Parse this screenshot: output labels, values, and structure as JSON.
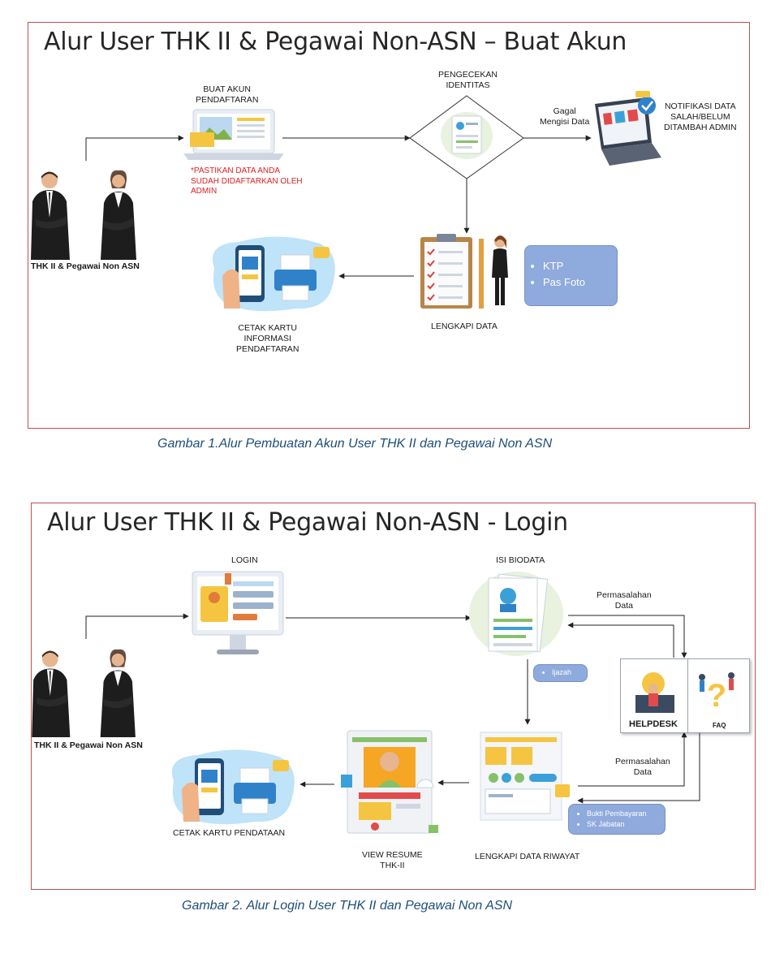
{
  "diagram1": {
    "title": "Alur User THK II & Pegawai Non-ASN – Buat Akun",
    "actor_label": "THK II & Pegawai Non ASN",
    "step_buat_akun": [
      "BUAT AKUN",
      "PENDAFTARAN"
    ],
    "note_lines": [
      "*PASTIKAN DATA ANDA",
      "SUDAH DIDAFTARKAN OLEH",
      "ADMIN"
    ],
    "step_pengecekan": [
      "PENGECEKAN",
      "IDENTITAS"
    ],
    "gagal_label": [
      "Gagal",
      "Mengisi Data"
    ],
    "step_notifikasi": [
      "NOTIFIKASI DATA",
      "SALAH/BELUM",
      "DITAMBAH ADMIN"
    ],
    "step_lengkapi": "LENGKAPI DATA",
    "docs_box": [
      "KTP",
      "Pas Foto"
    ],
    "step_cetak": [
      "CETAK KARTU",
      "INFORMASI",
      "PENDAFTARAN"
    ],
    "caption": "Gambar 1.Alur Pembuatan Akun User THK II dan Pegawai Non ASN"
  },
  "diagram2": {
    "title": "Alur User THK II & Pegawai Non-ASN - Login",
    "actor_label": "THK II & Pegawai Non ASN",
    "step_login": "LOGIN",
    "step_isi_biodata": "ISI BIODATA",
    "permasalahan_top": [
      "Permasalahan",
      "Data"
    ],
    "ijazah_box": [
      "Ijazah"
    ],
    "helpdesk_label": "HELPDESK",
    "faq_label": "FAQ",
    "permasalahan_bottom": [
      "Permasalahan",
      "Data"
    ],
    "riwayat_box": [
      "Bukti Pembayaran",
      "SK Jabatan"
    ],
    "step_lengkapi_riwayat": "LENGKAPI DATA RIWAYAT",
    "step_view_resume": [
      "VIEW RESUME",
      "THK-II"
    ],
    "step_cetak": "CETAK KARTU PENDATAAN",
    "caption": "Gambar 2. Alur Login User THK II dan Pegawai Non ASN"
  },
  "colors": {
    "frame_border": "#c0504d",
    "note_red": "#e02020",
    "box_blue": "#8faadc",
    "caption_blue": "#1f4e79"
  }
}
